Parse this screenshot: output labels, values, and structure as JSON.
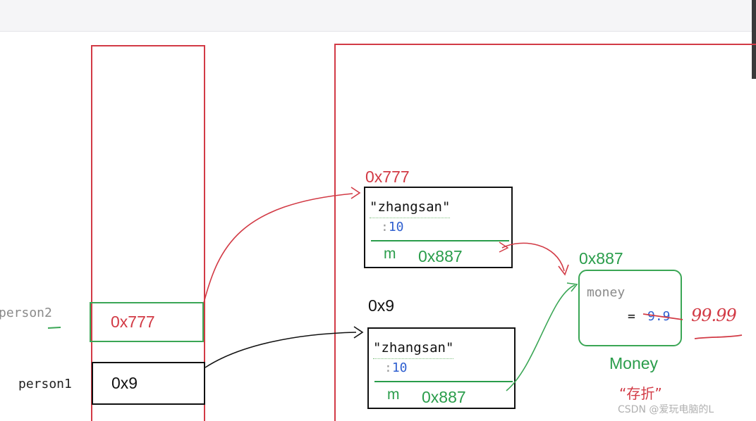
{
  "stack": {
    "person2": {
      "label": "person2",
      "value": "0x777"
    },
    "person1": {
      "label": "person1",
      "value": "0x9"
    }
  },
  "heap": {
    "objects": [
      {
        "address": "0x777",
        "name": "\"zhangsan\"",
        "age_prefix": ":",
        "age": "10",
        "field_m": "m",
        "m_value": "0x887"
      },
      {
        "address": "0x9",
        "name": "\"zhangsan\"",
        "age_prefix": ":",
        "age": "10",
        "field_m": "m",
        "m_value": "0x887"
      }
    ],
    "money": {
      "address": "0x887",
      "field": "money",
      "equals": "=",
      "old_value": "9.9",
      "new_value": "99.99",
      "class_name": "Money",
      "note": "“存折”"
    }
  },
  "watermark": "CSDN @爱玩电脑的L",
  "colors": {
    "red": "#d23a45",
    "green": "#2a9d4b",
    "black": "#111111",
    "blue": "#2f5fd0"
  }
}
